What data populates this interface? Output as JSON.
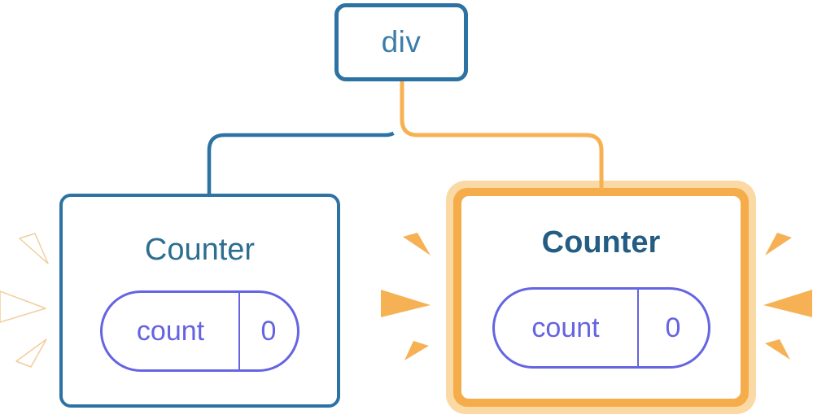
{
  "diagram": {
    "description": "React component tree: a div parent with two Counter children; the right Counter is highlighted as updated",
    "root": {
      "label": "div"
    },
    "left_card": {
      "title": "Counter",
      "state": {
        "key": "count",
        "value": "0"
      },
      "highlighted": false
    },
    "right_card": {
      "title": "Counter",
      "state": {
        "key": "count",
        "value": "0"
      },
      "highlighted": true
    }
  },
  "palette": {
    "node_border_blue": "#2C72A3",
    "node_text_blue": "#2D6E91",
    "root_text_blue": "#3B7DA8",
    "highlight_title_blue": "#235D83",
    "pill_purple": "#6463E2",
    "connector_blue": "#2C72A3",
    "connector_orange": "#F7B152",
    "highlight_border_orange": "#F5AD4C",
    "highlight_glow_orange": "#FBD9A4",
    "spark_orange": "#F6B155",
    "spark_white": "#FFFFFF",
    "background": "#FFFFFF"
  }
}
